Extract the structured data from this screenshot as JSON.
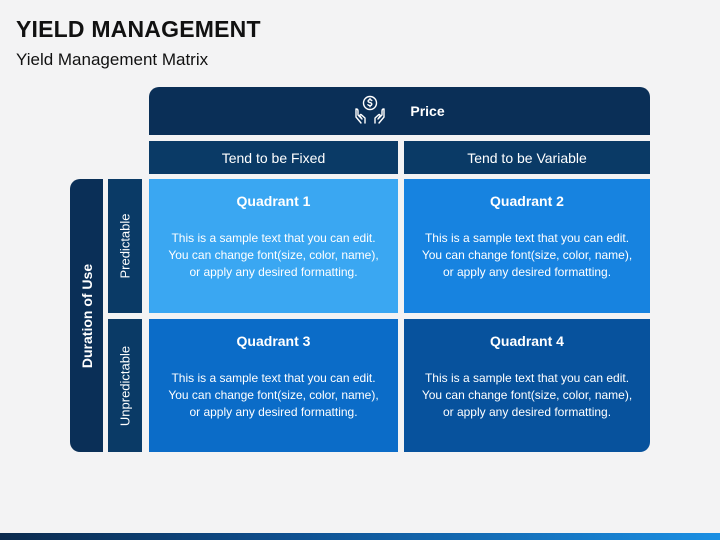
{
  "header": {
    "title": "YIELD MANAGEMENT",
    "subtitle": "Yield Management Matrix"
  },
  "matrix": {
    "top_axis": {
      "label": "Price",
      "icon": "hands-money-icon"
    },
    "columns": [
      "Tend to be Fixed",
      "Tend to be Variable"
    ],
    "side_axis": {
      "label": "Duration of Use"
    },
    "rows": [
      "Predictable",
      "Unpredictable"
    ],
    "quadrants": [
      {
        "title": "Quadrant 1",
        "text": "This is a sample text that you can edit. You can change font(size, color, name), or apply any desired formatting."
      },
      {
        "title": "Quadrant 2",
        "text": "This is a sample text that you can edit. You can change font(size, color, name), or apply any desired formatting."
      },
      {
        "title": "Quadrant 3",
        "text": "This is a sample text that you can edit. You can change font(size, color, name), or apply any desired formatting."
      },
      {
        "title": "Quadrant 4",
        "text": "This is a sample text that you can edit. You can change font(size, color, name), or apply any desired formatting."
      }
    ]
  },
  "colors": {
    "axis_dark": "#0a2f57",
    "header_cell": "#0a3a66",
    "quadrant_1": "#3aa7f2",
    "quadrant_2": "#1783e0",
    "quadrant_3": "#0b6cc8",
    "quadrant_4": "#07529d"
  }
}
